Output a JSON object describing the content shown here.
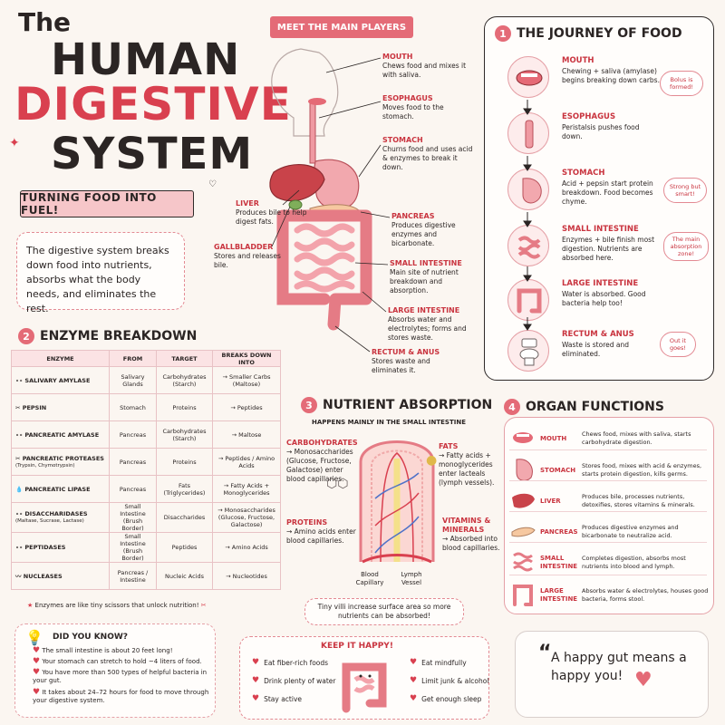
{
  "title": {
    "the": "The",
    "human": "HUMAN",
    "digestive": "DIGESTIVE",
    "system": "SYSTEM",
    "ribbon": "TURNING FOOD INTO FUEL!",
    "intro": "The digestive system breaks down food into nutrients, absorbs what the body needs, and eliminates the rest."
  },
  "players": {
    "banner": "MEET THE MAIN PLAYERS",
    "labels": [
      {
        "name": "MOUTH",
        "desc": "Chews food and mixes it with saliva."
      },
      {
        "name": "ESOPHAGUS",
        "desc": "Moves food to the stomach."
      },
      {
        "name": "STOMACH",
        "desc": "Churns food and uses acid & enzymes to break it down."
      },
      {
        "name": "LIVER",
        "desc": "Produces bile to help digest fats."
      },
      {
        "name": "GALLBLADDER",
        "desc": "Stores and releases bile."
      },
      {
        "name": "PANCREAS",
        "desc": "Produces digestive enzymes and bicarbonate."
      },
      {
        "name": "SMALL INTESTINE",
        "desc": "Main site of nutrient breakdown and absorption."
      },
      {
        "name": "LARGE INTESTINE",
        "desc": "Absorbs water and electrolytes; forms and stores waste."
      },
      {
        "name": "RECTUM & ANUS",
        "desc": "Stores waste and eliminates it."
      }
    ]
  },
  "journey": {
    "number": "1",
    "heading": "THE JOURNEY OF FOOD",
    "steps": [
      {
        "name": "MOUTH",
        "desc": "Chewing + saliva (amylase) begins breaking down carbs.",
        "icon": "mouth-icon"
      },
      {
        "name": "ESOPHAGUS",
        "desc": "Peristalsis pushes food down.",
        "icon": "esophagus-icon"
      },
      {
        "name": "STOMACH",
        "desc": "Acid + pepsin start protein breakdown. Food becomes chyme.",
        "icon": "stomach-icon"
      },
      {
        "name": "SMALL INTESTINE",
        "desc": "Enzymes + bile finish most digestion. Nutrients are absorbed here.",
        "icon": "small-intestine-icon"
      },
      {
        "name": "LARGE INTESTINE",
        "desc": "Water is absorbed. Good bacteria help too!",
        "icon": "large-intestine-icon"
      },
      {
        "name": "RECTUM & ANUS",
        "desc": "Waste is stored and eliminated.",
        "icon": "toilet-icon"
      }
    ],
    "bubbles": [
      "Bolus is formed!",
      "Strong but smart!",
      "The main absorption zone!",
      "Out it goes!"
    ]
  },
  "enzymes": {
    "number": "2",
    "heading": "ENZYME BREAKDOWN",
    "columns": [
      "ENZYME",
      "FROM",
      "TARGET",
      "BREAKS DOWN INTO"
    ],
    "rows": [
      {
        "enzyme": "SALIVARY AMYLASE",
        "sub": "",
        "from": "Salivary Glands",
        "target": "Carbohydrates (Starch)",
        "into": "Smaller Carbs (Maltose)"
      },
      {
        "enzyme": "PEPSIN",
        "sub": "",
        "from": "Stomach",
        "target": "Proteins",
        "into": "Peptides"
      },
      {
        "enzyme": "PANCREATIC AMYLASE",
        "sub": "",
        "from": "Pancreas",
        "target": "Carbohydrates (Starch)",
        "into": "Maltose"
      },
      {
        "enzyme": "PANCREATIC PROTEASES",
        "sub": "(Trypsin, Chymotrypsin)",
        "from": "Pancreas",
        "target": "Proteins",
        "into": "Peptides / Amino Acids"
      },
      {
        "enzyme": "PANCREATIC LIPASE",
        "sub": "",
        "from": "Pancreas",
        "target": "Fats (Triglycerides)",
        "into": "Fatty Acids + Monoglycerides"
      },
      {
        "enzyme": "DISACCHARIDASES",
        "sub": "(Maltase, Sucrase, Lactase)",
        "from": "Small Intestine (Brush Border)",
        "target": "Disaccharides",
        "into": "Monosaccharides (Glucose, Fructose, Galactose)"
      },
      {
        "enzyme": "PEPTIDASES",
        "sub": "",
        "from": "Small Intestine (Brush Border)",
        "target": "Peptides",
        "into": "Amino Acids"
      },
      {
        "enzyme": "NUCLEASES",
        "sub": "",
        "from": "Pancreas / Intestine",
        "target": "Nucleic Acids",
        "into": "Nucleotides"
      }
    ],
    "arrow": "→",
    "note": "Enzymes are like tiny scissors that unlock nutrition!"
  },
  "absorption": {
    "number": "3",
    "heading": "NUTRIENT ABSORPTION",
    "subheading": "HAPPENS MAINLY IN THE SMALL INTESTINE",
    "carbs": {
      "name": "CARBOHYDRATES",
      "desc": "→ Monosaccharides (Glucose, Fructose, Galactose) enter blood capillaries."
    },
    "proteins": {
      "name": "PROTEINS",
      "desc": "→ Amino acids enter blood capillaries."
    },
    "fats": {
      "name": "FATS",
      "desc": "→ Fatty acids + monoglycerides enter lacteals (lymph vessels)."
    },
    "vitamins": {
      "name": "VITAMINS & MINERALS",
      "desc": "→ Absorbed into blood capillaries."
    },
    "blood": "Blood Capillary",
    "lymph": "Lymph Vessel",
    "note": "Tiny villi increase surface area so more nutrients can be absorbed!"
  },
  "organs": {
    "number": "4",
    "heading": "ORGAN FUNCTIONS",
    "rows": [
      {
        "name": "MOUTH",
        "desc": "Chews food, mixes with saliva, starts carbohydrate digestion.",
        "icon": "mouth-icon"
      },
      {
        "name": "STOMACH",
        "desc": "Stores food, mixes with acid & enzymes, starts protein digestion, kills germs.",
        "icon": "stomach-icon"
      },
      {
        "name": "LIVER",
        "desc": "Produces bile, processes nutrients, detoxifies, stores vitamins & minerals.",
        "icon": "liver-icon"
      },
      {
        "name": "PANCREAS",
        "desc": "Produces digestive enzymes and bicarbonate to neutralize acid.",
        "icon": "pancreas-icon"
      },
      {
        "name": "SMALL INTESTINE",
        "desc": "Completes digestion, absorbs most nutrients into blood and lymph.",
        "icon": "small-intestine-icon"
      },
      {
        "name": "LARGE INTESTINE",
        "desc": "Absorbs water & electrolytes, houses good bacteria, forms stool.",
        "icon": "large-intestine-icon"
      }
    ]
  },
  "know": {
    "heading": "DID YOU KNOW?",
    "facts": [
      "The small intestine is about 20 feet long!",
      "Your stomach can stretch to hold ~4 liters of food.",
      "You have more than 500 types of helpful bacteria in your gut.",
      "It takes about 24–72 hours for food to move through your digestive system."
    ]
  },
  "happy": {
    "heading": "KEEP IT HAPPY!",
    "left": [
      "Eat fiber-rich foods",
      "Drink plenty of water",
      "Stay active"
    ],
    "right": [
      "Eat mindfully",
      "Limit junk & alcohol",
      "Get enough sleep"
    ]
  },
  "quote": "A happy gut means a happy you!",
  "colors": {
    "accent": "#d9404f",
    "pink_light": "#f6c6c9",
    "organ": "#ef8f97",
    "liver": "#c9434a"
  }
}
